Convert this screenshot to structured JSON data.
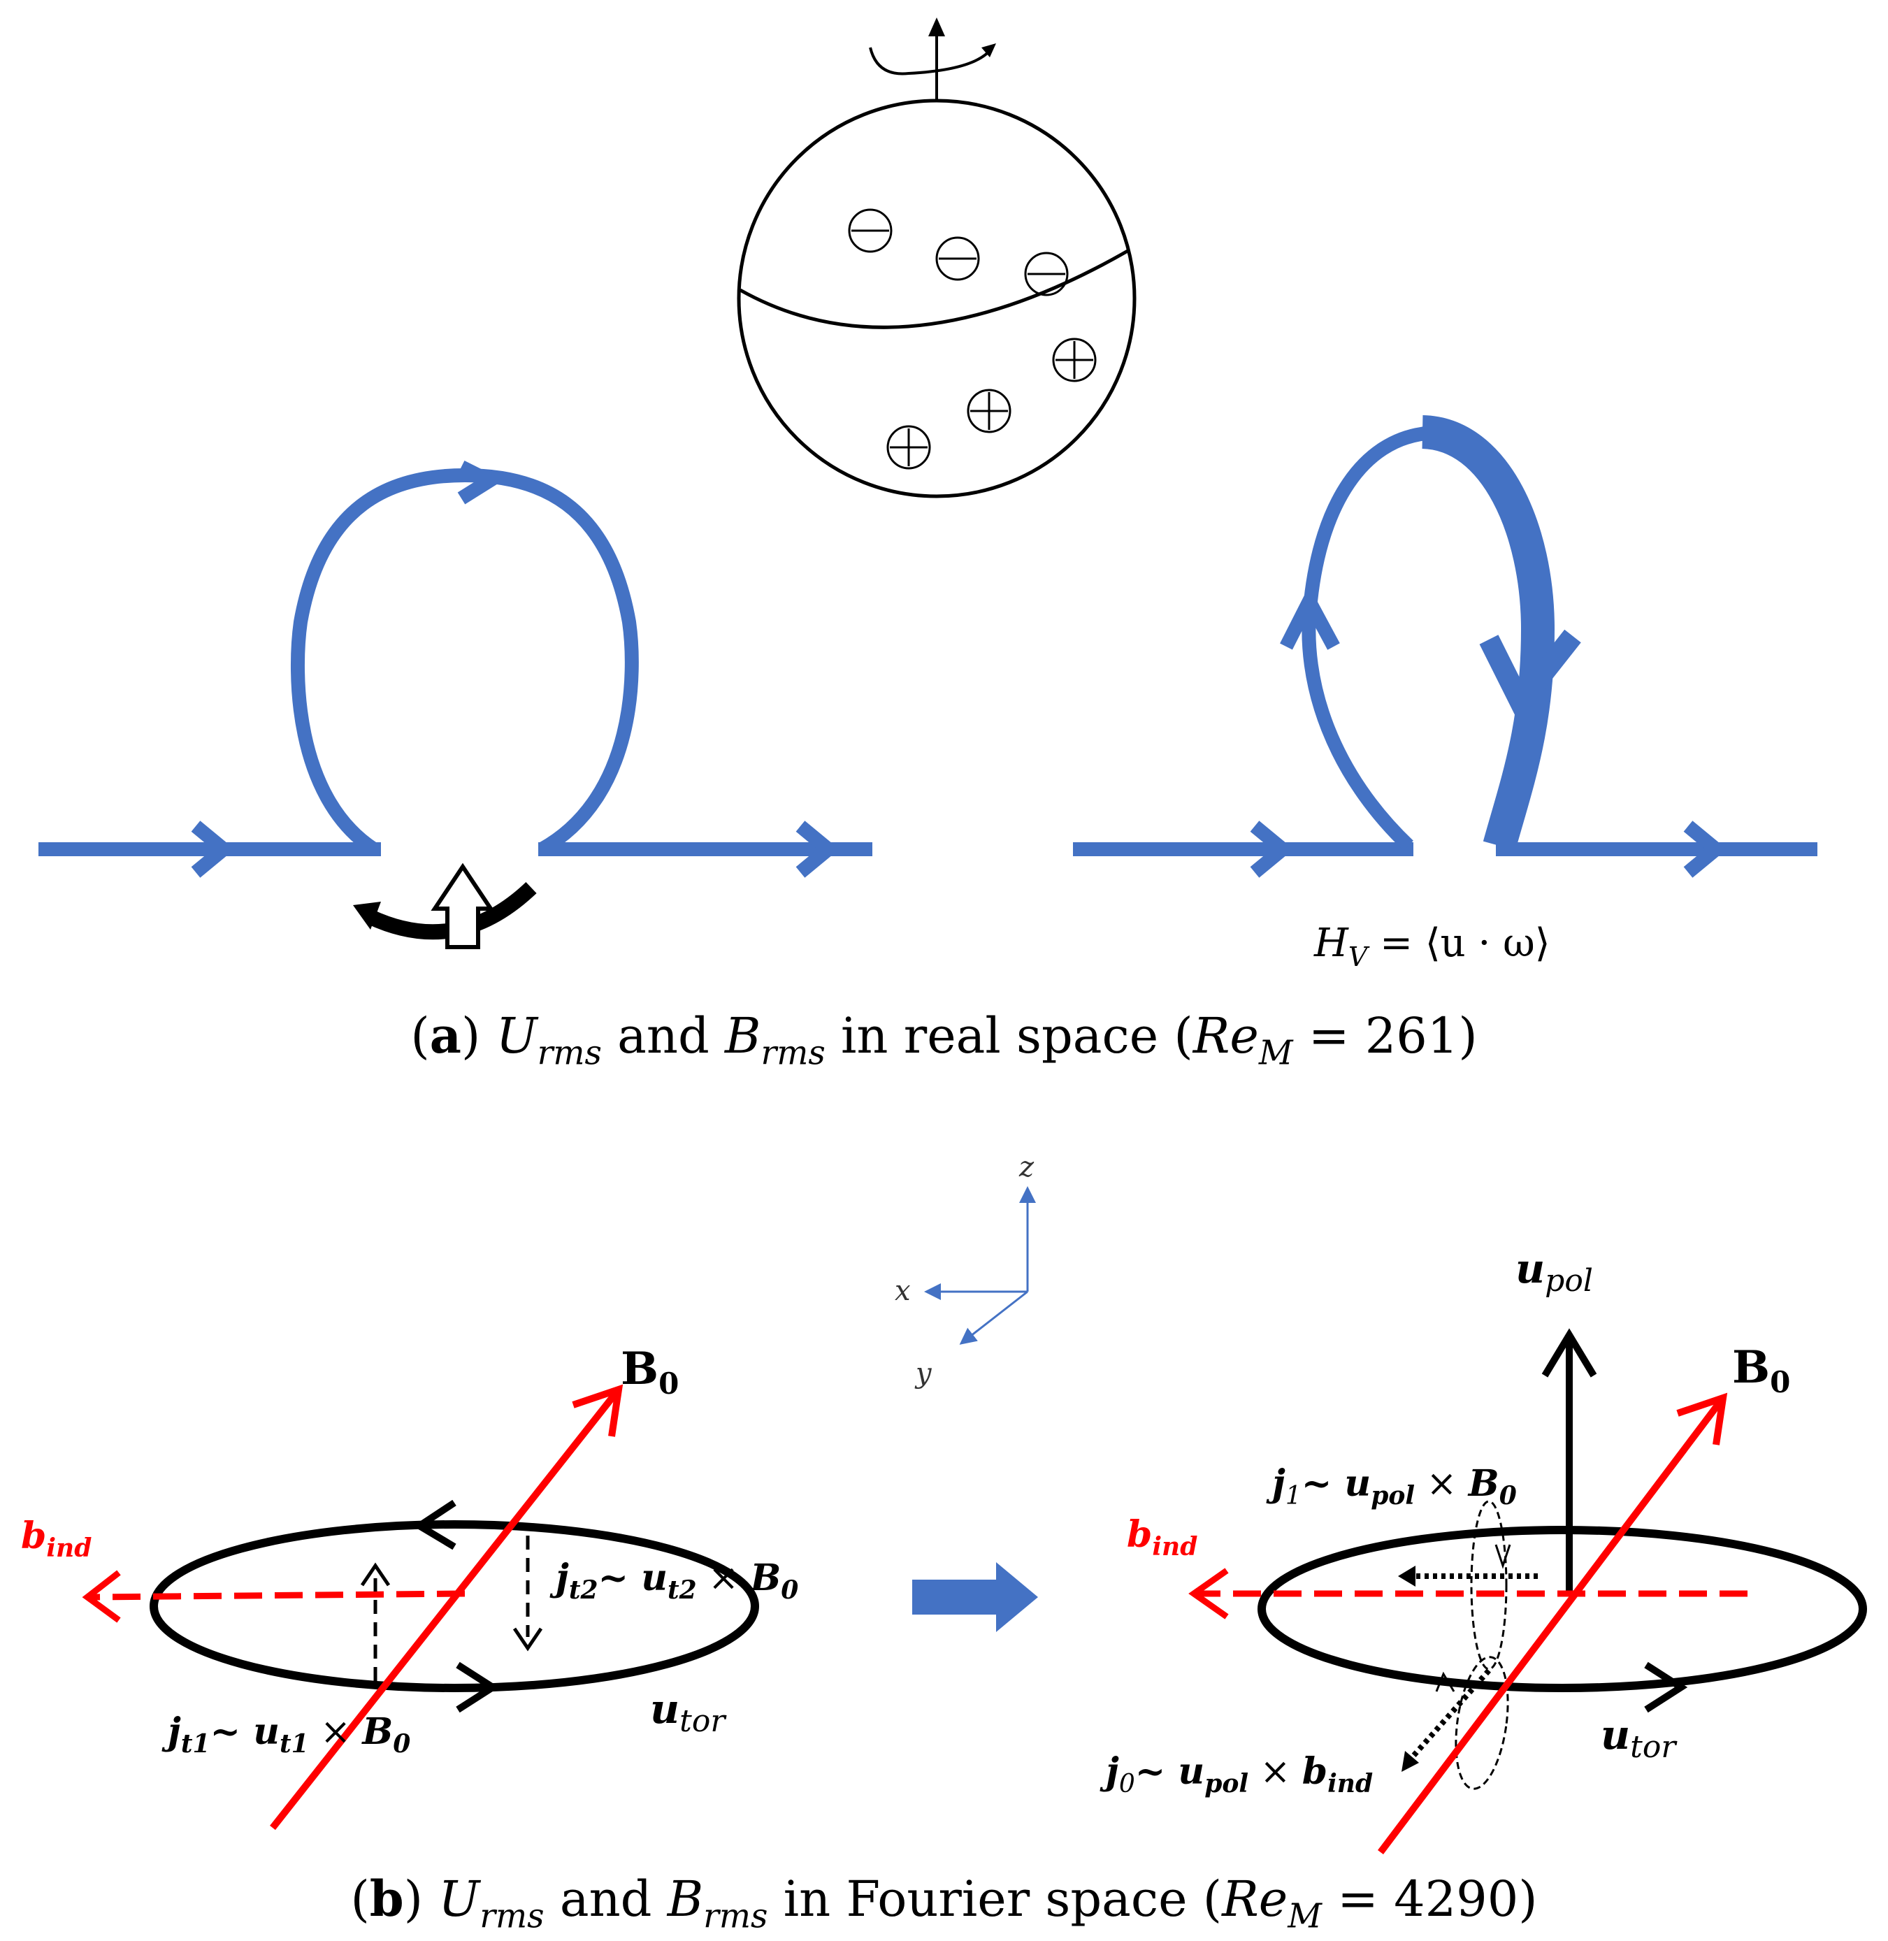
{
  "panel_a": {
    "formula": {
      "H": "H",
      "H_sub": "V",
      "rest": " = ⟨u · ω⟩"
    },
    "caption": {
      "letter": "a",
      "U": "U",
      "U_sub": "rms",
      "and": " and ",
      "B": "B",
      "B_sub": "rms",
      "middle": " in real space (",
      "Re": "Re",
      "Re_sub": "M",
      "value": " = 261)"
    },
    "sphere_signs": {
      "top": "⊖",
      "bottom": "⊕"
    }
  },
  "panel_b": {
    "axes": {
      "z": "z",
      "x": "x",
      "y": "y"
    },
    "left": {
      "B0": "B",
      "B0_sub": "0",
      "b_ind": "b",
      "b_ind_sub": "ind",
      "jt2": {
        "j": "j",
        "j_sub": "t2",
        "tilde": "~ ",
        "u": "u",
        "u_sub": "t2",
        "cross": " × ",
        "B": "B",
        "B_sub": "0"
      },
      "jt1": {
        "j": "j",
        "j_sub": "t1",
        "tilde": "~ ",
        "u": "u",
        "u_sub": "t1",
        "cross": " × ",
        "B": "B",
        "B_sub": "0"
      },
      "u_tor": {
        "u": "u",
        "sub": "tor"
      }
    },
    "right": {
      "u_pol": {
        "u": "u",
        "sub": "pol"
      },
      "B0": "B",
      "B0_sub": "0",
      "b_ind": "b",
      "b_ind_sub": "ind",
      "j1": {
        "j": "j",
        "j_sub": "1",
        "tilde": "~ ",
        "u": "u",
        "u_sub": "pol",
        "cross": " × ",
        "B": "B",
        "B_sub": "0"
      },
      "j0": {
        "j": "j",
        "j_sub": "0",
        "tilde": "~ ",
        "u": "u",
        "u_sub": "pol",
        "cross": " × ",
        "B": "b",
        "B_sub": "ind"
      },
      "u_tor": {
        "u": "u",
        "sub": "tor"
      }
    },
    "caption": {
      "letter": "b",
      "U": "U",
      "U_sub": "rms",
      "and": " and ",
      "B": "B",
      "B_sub": "rms",
      "middle": " in Fourier space (",
      "Re": "Re",
      "Re_sub": "M",
      "value": " = 4290)"
    }
  },
  "colors": {
    "field_line": "#4472c4",
    "red": "#ff0000",
    "black": "#000000",
    "axis": "#4472c4"
  }
}
